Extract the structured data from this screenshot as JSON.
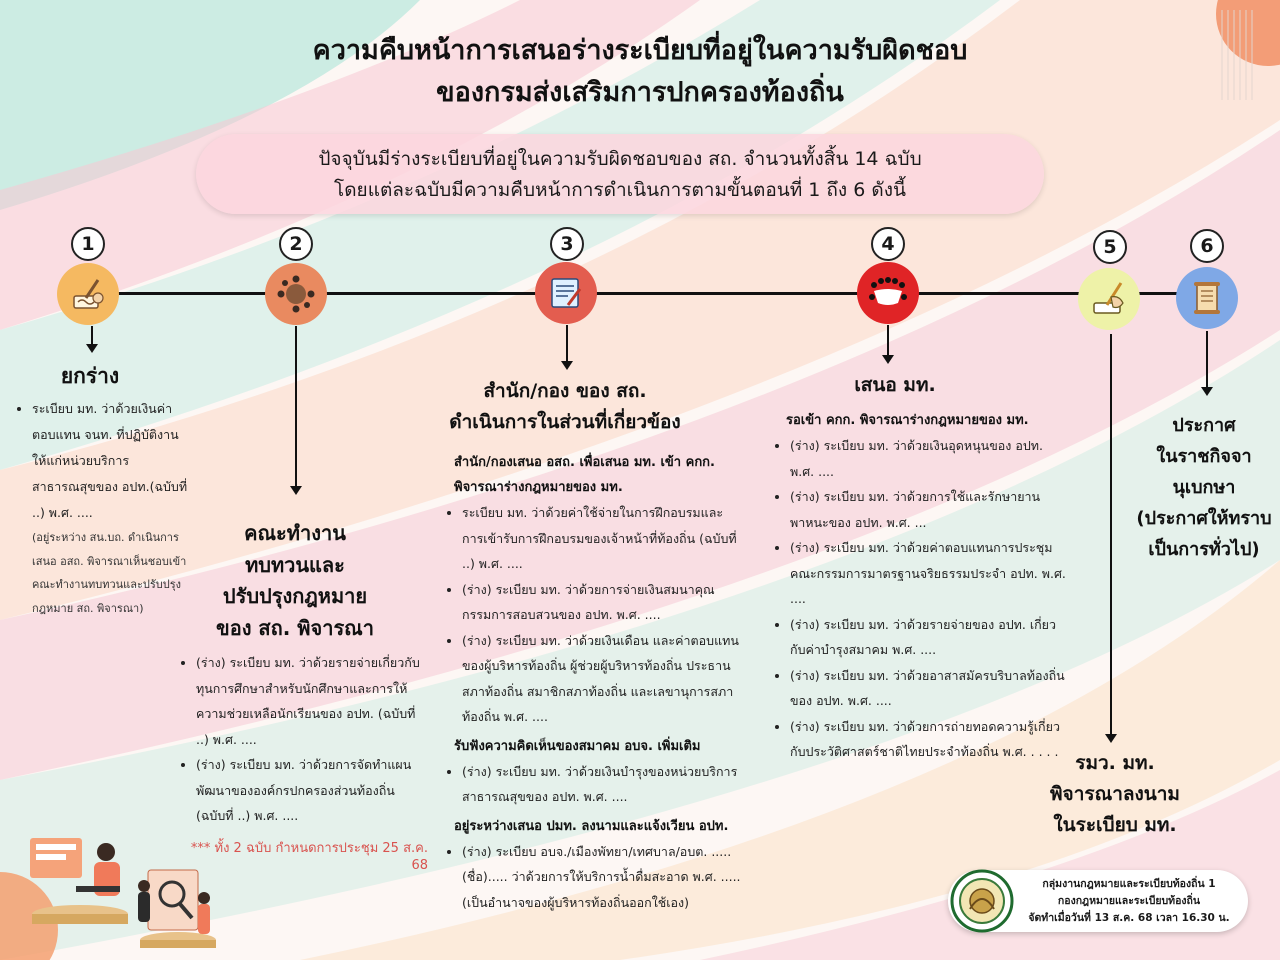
{
  "title": {
    "line1": "ความคืบหน้าการเสนอร่างระเบียบที่อยู่ในความรับผิดชอบ",
    "line2": "ของกรมส่งเสริมการปกครองท้องถิ่น"
  },
  "intro": {
    "line1": "ปัจจุบันมีร่างระเบียบที่อยู่ในความรับผิดชอบของ สถ. จำนวนทั้งสิ้น 14 ฉบับ",
    "line2": "โดยแต่ละฉบับมีความคืบหน้าการดำเนินการตามขั้นตอนที่ 1 ถึง 6 ดังนี้"
  },
  "colors": {
    "step1": "#f5b961",
    "step2": "#e98a60",
    "step3": "#e35d4f",
    "step4": "#e02426",
    "step5": "#eef2a8",
    "step6": "#7fa8e6",
    "note": "#d9534f"
  },
  "steps": [
    {
      "number": "1",
      "icon": "writing-hand-icon",
      "heading": "ยกร่าง",
      "items": [
        "ระเบียบ มท. ว่าด้วยเงินค่าตอบแทน จนท. ที่ปฏิบัติงานให้แก่หน่วยบริการสาธารณสุขของ อปท.(ฉบับที่ ..) พ.ศ. ....",
        "(อยู่ระหว่าง สน.บถ. ดำเนินการเสนอ อสถ. พิจารณาเห็นชอบเข้าคณะทำงานทบทวนและปรับปรุงกฎหมาย สถ. พิจารณา)"
      ]
    },
    {
      "number": "2",
      "icon": "meeting-table-icon",
      "heading_lines": [
        "คณะทำงาน",
        "ทบทวนและ",
        "ปรับปรุงกฎหมาย",
        "ของ สถ. พิจารณา"
      ],
      "items": [
        "(ร่าง) ระเบียบ มท. ว่าด้วยรายจ่ายเกี่ยวกับทุนการศึกษาสำหรับนักศึกษาและการให้ความช่วยเหลือนักเรียนของ อปท. (ฉบับที่ ..) พ.ศ. ....",
        "(ร่าง) ระเบียบ มท. ว่าด้วยการจัดทำแผนพัฒนาขององค์กรปกครองส่วนท้องถิ่น (ฉบับที่ ..) พ.ศ. ...."
      ],
      "note": "*** ทั้ง 2 ฉบับ กำหนดการประชุม 25 ส.ค. 68"
    },
    {
      "number": "3",
      "icon": "document-sign-icon",
      "heading_lines": [
        "สำนัก/กอง ของ สถ.",
        "ดำเนินการในส่วนที่เกี่ยวข้อง"
      ],
      "groups": [
        {
          "title": "สำนัก/กองเสนอ อสถ. เพื่อเสนอ มท. เข้า คกก. พิจารณาร่างกฎหมายของ มท.",
          "items": [
            "ระเบียบ มท. ว่าด้วยค่าใช้จ่ายในการฝึกอบรมและการเข้ารับการฝึกอบรมของเจ้าหน้าที่ท้องถิ่น (ฉบับที่ ..) พ.ศ. ....",
            "(ร่าง) ระเบียบ มท. ว่าด้วยการจ่ายเงินสมนาคุณกรรมการสอบสวนของ อปท. พ.ศ. ....",
            "(ร่าง) ระเบียบ มท. ว่าด้วยเงินเดือน และค่าตอบแทนของผู้บริหารท้องถิ่น ผู้ช่วยผู้บริหารท้องถิ่น ประธานสภาท้องถิ่น สมาชิกสภาท้องถิ่น และเลขานุการสภาท้องถิ่น พ.ศ. ...."
          ]
        },
        {
          "title": "รับฟังความคิดเห็นของสมาคม อบจ. เพิ่มเติม",
          "items": [
            "(ร่าง) ระเบียบ มท. ว่าด้วยเงินบำรุงของหน่วยบริการสาธารณสุขของ อปท. พ.ศ. ...."
          ]
        },
        {
          "title": "อยู่ระหว่างเสนอ ปมท. ลงนามและแจ้งเวียน อปท.",
          "items": [
            "(ร่าง) ระเบียบ อบจ./เมืองพัทยา/เทศบาล/อบต. ..... (ชื่อ)..... ว่าด้วยการให้บริการน้ำดื่มสะอาด พ.ศ. ..... (เป็นอำนาจของผู้บริหารท้องถิ่นออกใช้เอง)"
          ]
        }
      ]
    },
    {
      "number": "4",
      "icon": "conference-table-icon",
      "heading": "เสนอ มท.",
      "group_title": "รอเข้า คกก. พิจารณาร่างกฎหมายของ มท.",
      "items": [
        "(ร่าง) ระเบียบ มท. ว่าด้วยเงินอุดหนุนของ อปท. พ.ศ. ....",
        "(ร่าง) ระเบียบ มท. ว่าด้วยการใช้และรักษายานพาหนะของ อปท. พ.ศ. ...",
        "(ร่าง) ระเบียบ มท. ว่าด้วยค่าตอบแทนการประชุมคณะกรรมการมาตรฐานจริยธรรมประจำ อปท. พ.ศ. ....",
        "(ร่าง) ระเบียบ มท. ว่าด้วยรายจ่ายของ อปท. เกี่ยวกับค่าบำรุงสมาคม พ.ศ. ....",
        "(ร่าง) ระเบียบ มท. ว่าด้วยอาสาสมัครบริบาลท้องถิ่นของ อปท. พ.ศ. ....",
        "(ร่าง) ระเบียบ มท. ว่าด้วยการถ่ายทอดความรู้เกี่ยวกับประวัติศาสตร์ชาติไทยประจำท้องถิ่น พ.ศ. . . . ."
      ]
    },
    {
      "number": "5",
      "icon": "signing-hand-icon",
      "heading_lines": [
        "รมว. มท.",
        "พิจารณาลงนาม",
        "ในระเบียบ มท."
      ]
    },
    {
      "number": "6",
      "icon": "scroll-announcement-icon",
      "heading_lines": [
        "ประกาศ",
        "ในราชกิจจา",
        "นุเบกษา",
        "(ประกาศให้ทราบ",
        "เป็นการทั่วไป)"
      ]
    }
  ],
  "footer": {
    "line1": "กลุ่มงานกฎหมายและระเบียบท้องถิ่น 1",
    "line2": "กองกฎหมายและระเบียบท้องถิ่น",
    "line3": "จัดทำเมื่อวันที่ 13 ส.ค. 68 เวลา 16.30 น.",
    "seal_icon": "department-seal-icon"
  }
}
